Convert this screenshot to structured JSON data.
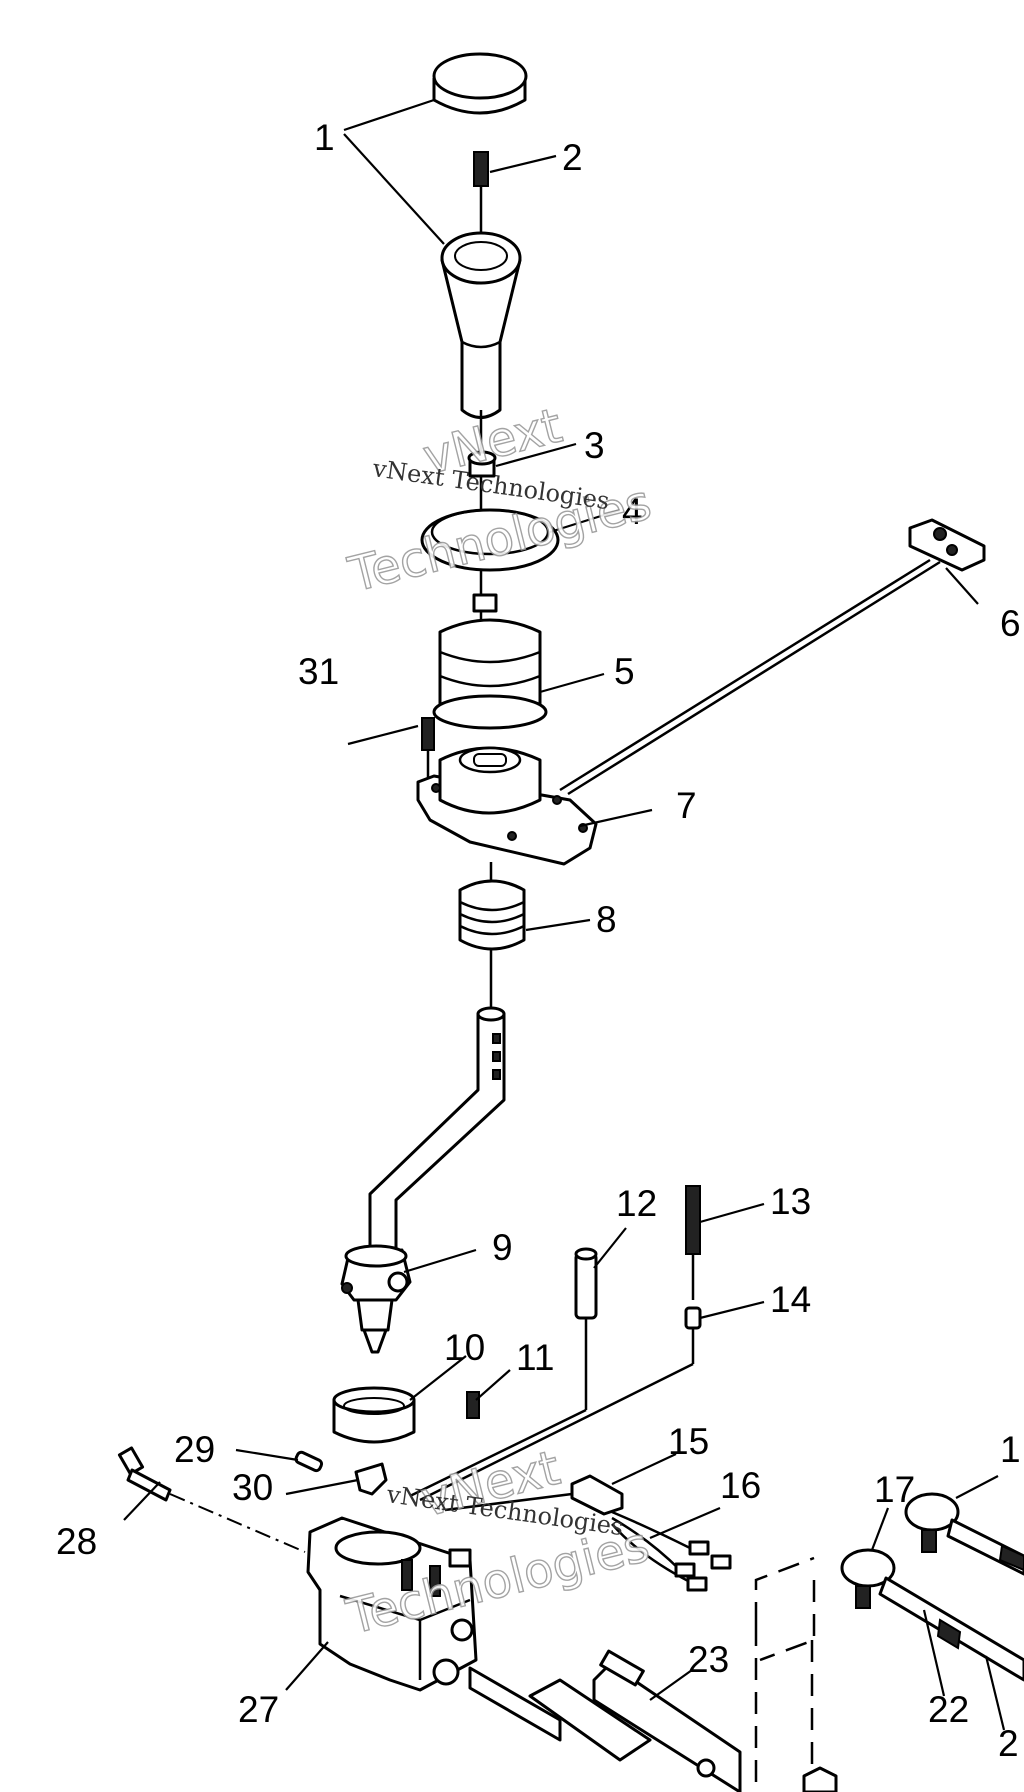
{
  "callouts": {
    "c1": "1",
    "c2": "2",
    "c3": "3",
    "c4": "4",
    "c5": "5",
    "c6": "6",
    "c7": "7",
    "c8": "8",
    "c9": "9",
    "c10": "10",
    "c11": "11",
    "c12": "12",
    "c13": "13",
    "c14": "14",
    "c15": "15",
    "c16": "16",
    "c17": "17",
    "c18": "1",
    "c22": "22",
    "c23": "23",
    "c24": "2",
    "c27": "27",
    "c28": "28",
    "c29": "29",
    "c30": "30",
    "c31": "31"
  },
  "watermark": {
    "big_line1": "vNext",
    "big_line2": "Technologies",
    "small": "vNext Technologies"
  }
}
